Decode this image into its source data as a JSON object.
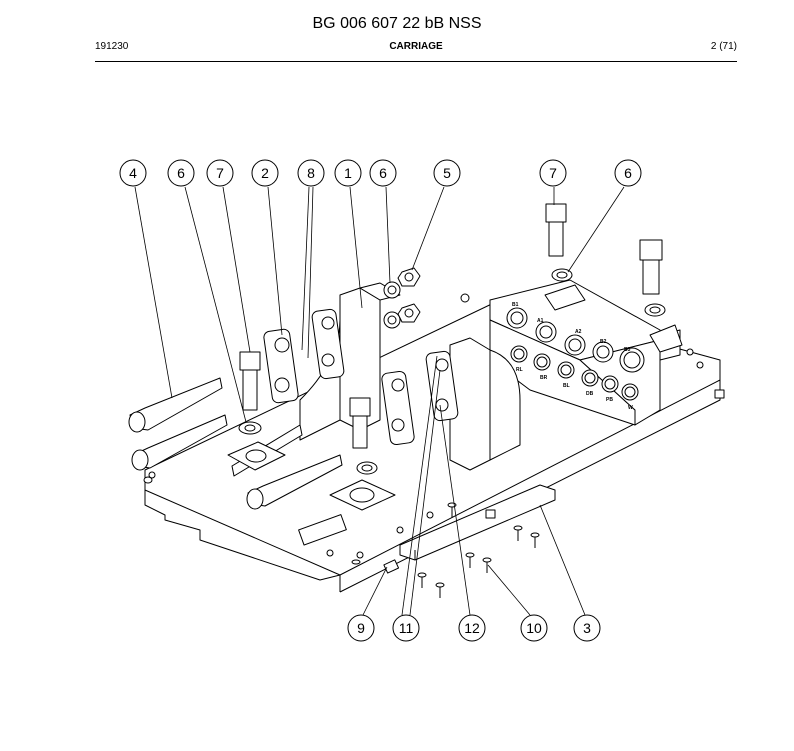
{
  "header": {
    "title": "BG 006 607 22 bB NSS",
    "doc_number": "191230",
    "section": "CARRIAGE",
    "page": "2 (71)"
  },
  "callouts": {
    "top": [
      "4",
      "6",
      "7",
      "2",
      "8",
      "1",
      "6",
      "5",
      "7",
      "6"
    ],
    "bottom": [
      "9",
      "11",
      "12",
      "10",
      "3"
    ]
  },
  "port_labels": [
    "A1",
    "A2",
    "B1",
    "B2",
    "B3",
    "RL",
    "BR",
    "BL",
    "DB",
    "PB",
    "W"
  ]
}
